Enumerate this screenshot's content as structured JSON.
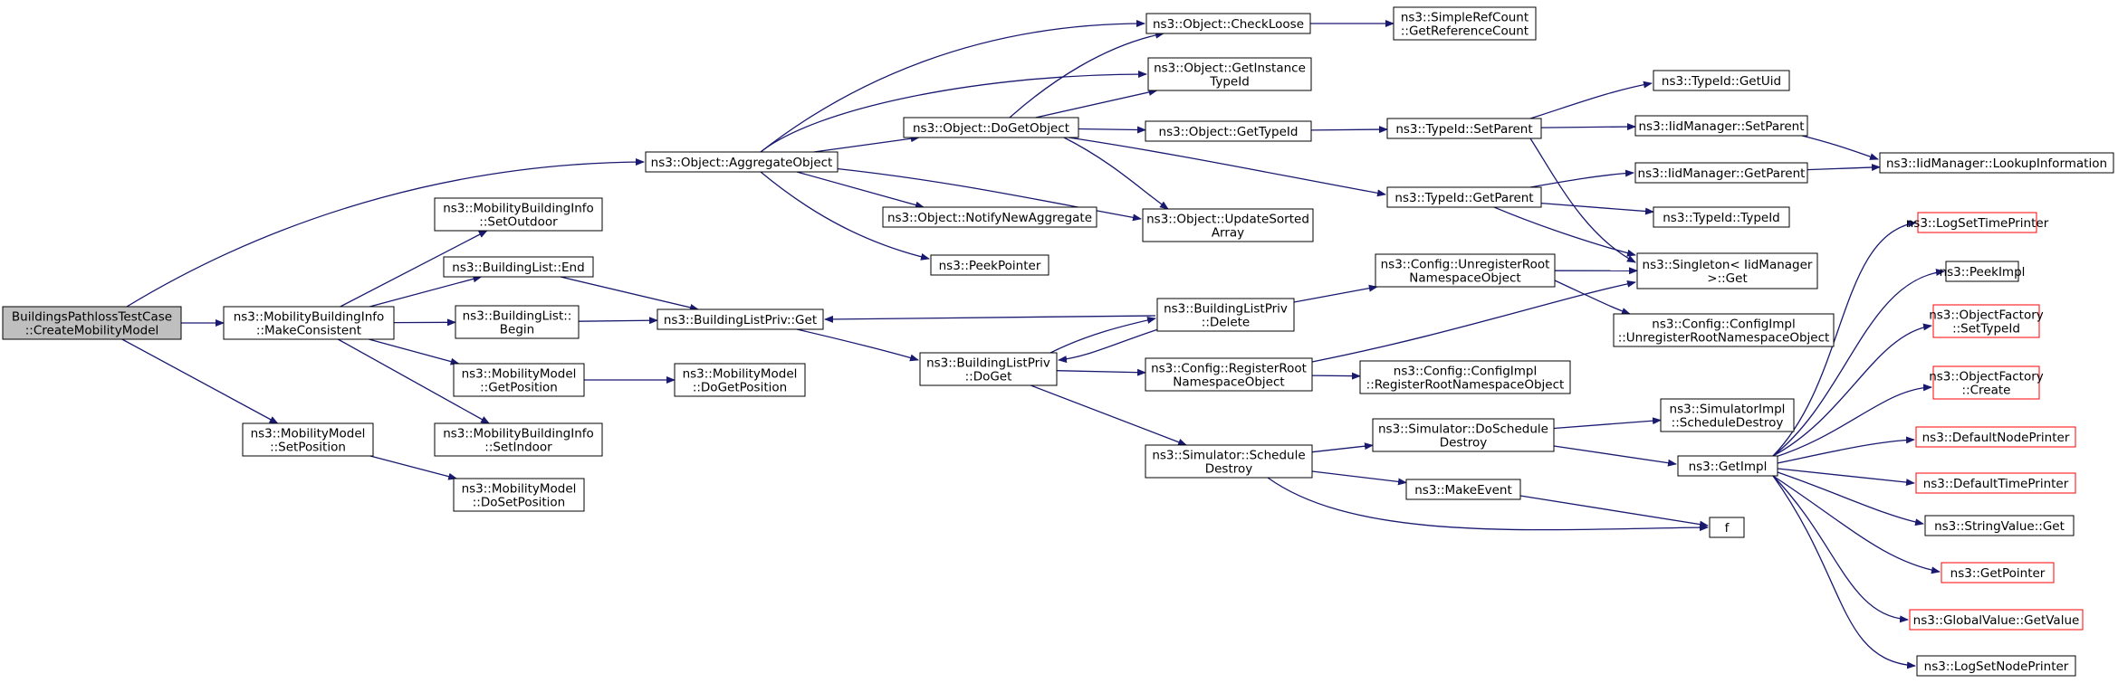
{
  "colors": {
    "edge": "#191970",
    "node_border": "#000000",
    "node_fill": "#ffffff",
    "root_fill": "#bfbfbf",
    "truncated_border": "#ff0000"
  },
  "nodes": [
    {
      "id": "root",
      "lines": [
        "BuildingsPathlossTestCase",
        "::CreateMobilityModel"
      ],
      "style": "root"
    },
    {
      "id": "mbi_makeconsistent",
      "lines": [
        "ns3::MobilityBuildingInfo",
        "::MakeConsistent"
      ],
      "style": "normal"
    },
    {
      "id": "mm_setposition",
      "lines": [
        "ns3::MobilityModel",
        "::SetPosition"
      ],
      "style": "normal"
    },
    {
      "id": "mm_dosetposition",
      "lines": [
        "ns3::MobilityModel",
        "::DoSetPosition"
      ],
      "style": "normal"
    },
    {
      "id": "mbi_setoutdoor",
      "lines": [
        "ns3::MobilityBuildingInfo",
        "::SetOutdoor"
      ],
      "style": "normal"
    },
    {
      "id": "bl_end",
      "lines": [
        "ns3::BuildingList::End"
      ],
      "style": "normal"
    },
    {
      "id": "bl_begin",
      "lines": [
        "ns3::BuildingList::",
        "Begin"
      ],
      "style": "normal"
    },
    {
      "id": "mm_getposition",
      "lines": [
        "ns3::MobilityModel",
        "::GetPosition"
      ],
      "style": "normal"
    },
    {
      "id": "mbi_setindoor",
      "lines": [
        "ns3::MobilityBuildingInfo",
        "::SetIndoor"
      ],
      "style": "normal"
    },
    {
      "id": "mm_dogetposition",
      "lines": [
        "ns3::MobilityModel",
        "::DoGetPosition"
      ],
      "style": "normal"
    },
    {
      "id": "obj_aggregate",
      "lines": [
        "ns3::Object::AggregateObject"
      ],
      "style": "normal"
    },
    {
      "id": "blp_get",
      "lines": [
        "ns3::BuildingListPriv::Get"
      ],
      "style": "normal"
    },
    {
      "id": "obj_dogetobject",
      "lines": [
        "ns3::Object::DoGetObject"
      ],
      "style": "normal"
    },
    {
      "id": "obj_notify",
      "lines": [
        "ns3::Object::NotifyNewAggregate"
      ],
      "style": "normal"
    },
    {
      "id": "peekpointer",
      "lines": [
        "ns3::PeekPointer"
      ],
      "style": "normal"
    },
    {
      "id": "blp_doget",
      "lines": [
        "ns3::BuildingListPriv",
        "::DoGet"
      ],
      "style": "normal"
    },
    {
      "id": "obj_checkloose",
      "lines": [
        "ns3::Object::CheckLoose"
      ],
      "style": "normal"
    },
    {
      "id": "obj_getinstancetypeid",
      "lines": [
        "ns3::Object::GetInstance",
        "TypeId"
      ],
      "style": "normal"
    },
    {
      "id": "obj_gettypeid",
      "lines": [
        "ns3::Object::GetTypeId"
      ],
      "style": "normal"
    },
    {
      "id": "obj_updatesorted",
      "lines": [
        "ns3::Object::UpdateSorted",
        "Array"
      ],
      "style": "normal"
    },
    {
      "id": "blp_delete",
      "lines": [
        "ns3::BuildingListPriv",
        "::Delete"
      ],
      "style": "normal"
    },
    {
      "id": "cfg_registerroot",
      "lines": [
        "ns3::Config::RegisterRoot",
        "NamespaceObject"
      ],
      "style": "normal"
    },
    {
      "id": "sim_scheduledestroy",
      "lines": [
        "ns3::Simulator::Schedule",
        "Destroy"
      ],
      "style": "normal"
    },
    {
      "id": "simplerefcount",
      "lines": [
        "ns3::SimpleRefCount",
        "::GetReferenceCount"
      ],
      "style": "normal"
    },
    {
      "id": "typeid_setparent",
      "lines": [
        "ns3::TypeId::SetParent"
      ],
      "style": "normal"
    },
    {
      "id": "typeid_getparent",
      "lines": [
        "ns3::TypeId::GetParent"
      ],
      "style": "normal"
    },
    {
      "id": "cfg_unregisterroot",
      "lines": [
        "ns3::Config::UnregisterRoot",
        "NamespaceObject"
      ],
      "style": "normal"
    },
    {
      "id": "cfgimpl_register",
      "lines": [
        "ns3::Config::ConfigImpl",
        "::RegisterRootNamespaceObject"
      ],
      "style": "normal"
    },
    {
      "id": "sim_doscheduledestroy",
      "lines": [
        "ns3::Simulator::DoSchedule",
        "Destroy"
      ],
      "style": "normal"
    },
    {
      "id": "makeevent",
      "lines": [
        "ns3::MakeEvent"
      ],
      "style": "normal"
    },
    {
      "id": "typeid_getuid",
      "lines": [
        "ns3::TypeId::GetUid"
      ],
      "style": "normal"
    },
    {
      "id": "iid_setparent",
      "lines": [
        "ns3::IidManager::SetParent"
      ],
      "style": "normal"
    },
    {
      "id": "iid_getparent",
      "lines": [
        "ns3::IidManager::GetParent"
      ],
      "style": "normal"
    },
    {
      "id": "typeid_typeid",
      "lines": [
        "ns3::TypeId::TypeId"
      ],
      "style": "normal"
    },
    {
      "id": "singleton_get",
      "lines": [
        "ns3::Singleton< IidManager",
        "  >::Get"
      ],
      "style": "normal"
    },
    {
      "id": "cfgimpl_unregister",
      "lines": [
        "ns3::Config::ConfigImpl",
        "::UnregisterRootNamespaceObject"
      ],
      "style": "normal"
    },
    {
      "id": "simimpl_scheduledestroy",
      "lines": [
        "ns3::SimulatorImpl",
        "::ScheduleDestroy"
      ],
      "style": "normal"
    },
    {
      "id": "getimpl",
      "lines": [
        "ns3::GetImpl"
      ],
      "style": "normal"
    },
    {
      "id": "f",
      "lines": [
        "f"
      ],
      "style": "normal"
    },
    {
      "id": "iid_lookupinfo",
      "lines": [
        "ns3::IidManager::LookupInformation"
      ],
      "style": "normal"
    },
    {
      "id": "logsettimeprinter",
      "lines": [
        "ns3::LogSetTimePrinter"
      ],
      "style": "truncated"
    },
    {
      "id": "peekimpl",
      "lines": [
        "ns3::PeekImpl"
      ],
      "style": "normal"
    },
    {
      "id": "objfactory_settypeid",
      "lines": [
        "ns3::ObjectFactory",
        "::SetTypeId"
      ],
      "style": "truncated"
    },
    {
      "id": "objfactory_create",
      "lines": [
        "ns3::ObjectFactory",
        "::Create"
      ],
      "style": "truncated"
    },
    {
      "id": "defaultnodeprinter",
      "lines": [
        "ns3::DefaultNodePrinter"
      ],
      "style": "truncated"
    },
    {
      "id": "defaulttimeprinter",
      "lines": [
        "ns3::DefaultTimePrinter"
      ],
      "style": "truncated"
    },
    {
      "id": "stringvalue_get",
      "lines": [
        "ns3::StringValue::Get"
      ],
      "style": "normal"
    },
    {
      "id": "getpointer",
      "lines": [
        "ns3::GetPointer"
      ],
      "style": "truncated"
    },
    {
      "id": "globalvalue_getvalue",
      "lines": [
        "ns3::GlobalValue::GetValue"
      ],
      "style": "truncated"
    },
    {
      "id": "logsetnodeprinter",
      "lines": [
        "ns3::LogSetNodePrinter"
      ],
      "style": "normal"
    }
  ],
  "edges": [
    [
      "root",
      "obj_aggregate"
    ],
    [
      "root",
      "mbi_makeconsistent"
    ],
    [
      "root",
      "mm_setposition"
    ],
    [
      "mm_setposition",
      "mm_dosetposition"
    ],
    [
      "mbi_makeconsistent",
      "mbi_setoutdoor"
    ],
    [
      "mbi_makeconsistent",
      "bl_end"
    ],
    [
      "mbi_makeconsistent",
      "bl_begin"
    ],
    [
      "mbi_makeconsistent",
      "mm_getposition"
    ],
    [
      "mbi_makeconsistent",
      "mbi_setindoor"
    ],
    [
      "mm_getposition",
      "mm_dogetposition"
    ],
    [
      "bl_end",
      "blp_get"
    ],
    [
      "bl_begin",
      "blp_get"
    ],
    [
      "blp_get",
      "blp_doget"
    ],
    [
      "blp_doget",
      "blp_delete"
    ],
    [
      "blp_doget",
      "cfg_registerroot"
    ],
    [
      "blp_doget",
      "sim_scheduledestroy"
    ],
    [
      "blp_delete",
      "blp_get"
    ],
    [
      "blp_delete",
      "blp_doget"
    ],
    [
      "blp_delete",
      "cfg_unregisterroot"
    ],
    [
      "obj_aggregate",
      "obj_checkloose"
    ],
    [
      "obj_aggregate",
      "obj_getinstancetypeid"
    ],
    [
      "obj_aggregate",
      "obj_dogetobject"
    ],
    [
      "obj_aggregate",
      "obj_updatesorted"
    ],
    [
      "obj_aggregate",
      "obj_notify"
    ],
    [
      "obj_aggregate",
      "peekpointer"
    ],
    [
      "obj_dogetobject",
      "obj_checkloose"
    ],
    [
      "obj_dogetobject",
      "obj_getinstancetypeid"
    ],
    [
      "obj_dogetobject",
      "obj_gettypeid"
    ],
    [
      "obj_dogetobject",
      "obj_updatesorted"
    ],
    [
      "obj_dogetobject",
      "typeid_getparent"
    ],
    [
      "obj_checkloose",
      "simplerefcount"
    ],
    [
      "obj_gettypeid",
      "typeid_setparent"
    ],
    [
      "typeid_setparent",
      "typeid_getuid"
    ],
    [
      "typeid_setparent",
      "iid_setparent"
    ],
    [
      "typeid_setparent",
      "singleton_get"
    ],
    [
      "typeid_getparent",
      "iid_getparent"
    ],
    [
      "typeid_getparent",
      "typeid_typeid"
    ],
    [
      "typeid_getparent",
      "singleton_get"
    ],
    [
      "iid_setparent",
      "iid_lookupinfo"
    ],
    [
      "iid_getparent",
      "iid_lookupinfo"
    ],
    [
      "cfg_unregisterroot",
      "singleton_get"
    ],
    [
      "cfg_unregisterroot",
      "cfgimpl_unregister"
    ],
    [
      "cfg_registerroot",
      "singleton_get"
    ],
    [
      "cfg_registerroot",
      "cfgimpl_register"
    ],
    [
      "sim_scheduledestroy",
      "sim_doscheduledestroy"
    ],
    [
      "sim_scheduledestroy",
      "makeevent"
    ],
    [
      "sim_scheduledestroy",
      "f"
    ],
    [
      "sim_doscheduledestroy",
      "simimpl_scheduledestroy"
    ],
    [
      "sim_doscheduledestroy",
      "getimpl"
    ],
    [
      "makeevent",
      "f"
    ],
    [
      "getimpl",
      "logsettimeprinter"
    ],
    [
      "getimpl",
      "peekimpl"
    ],
    [
      "getimpl",
      "objfactory_settypeid"
    ],
    [
      "getimpl",
      "objfactory_create"
    ],
    [
      "getimpl",
      "defaultnodeprinter"
    ],
    [
      "getimpl",
      "defaulttimeprinter"
    ],
    [
      "getimpl",
      "stringvalue_get"
    ],
    [
      "getimpl",
      "getpointer"
    ],
    [
      "getimpl",
      "globalvalue_getvalue"
    ],
    [
      "getimpl",
      "logsetnodeprinter"
    ]
  ]
}
